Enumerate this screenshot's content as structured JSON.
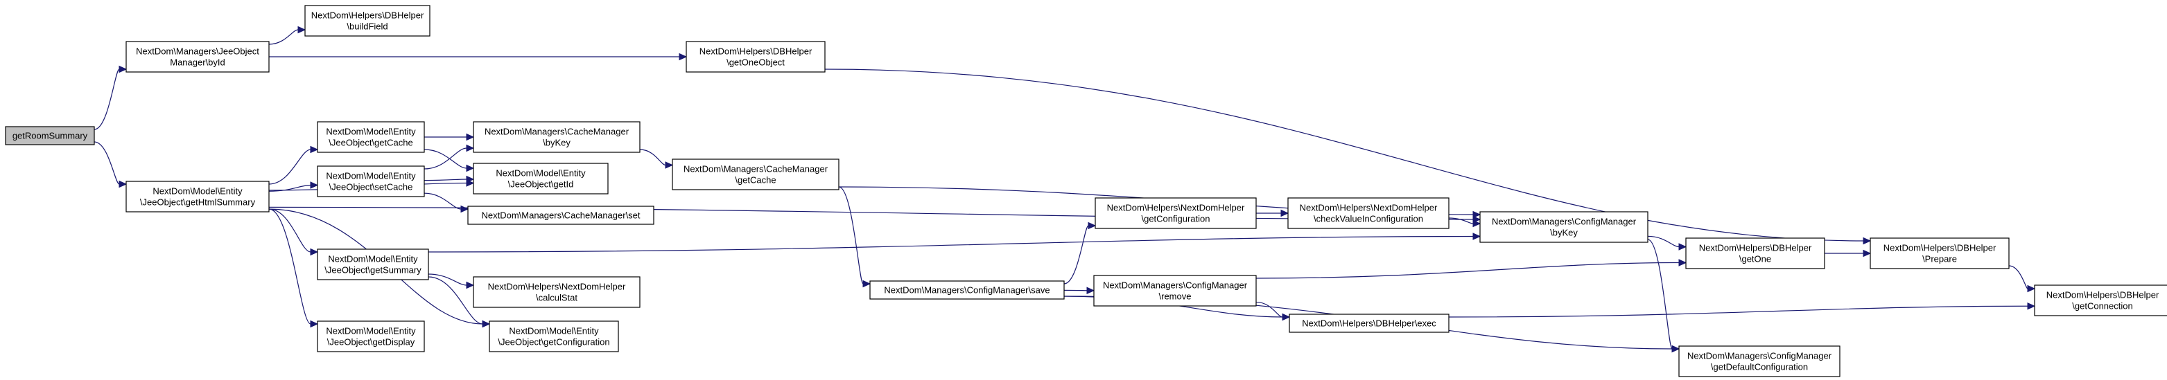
{
  "nodes": [
    {
      "id": "root",
      "lines": [
        "getRoomSummary"
      ],
      "root": true
    },
    {
      "id": "jom_byid",
      "lines": [
        "NextDom\\Managers\\JeeObject",
        "Manager\\byId"
      ]
    },
    {
      "id": "dbh_buildfield",
      "lines": [
        "NextDom\\Helpers\\DBHelper",
        "\\buildField"
      ]
    },
    {
      "id": "dbh_getoneobject",
      "lines": [
        "NextDom\\Helpers\\DBHelper",
        "\\getOneObject"
      ]
    },
    {
      "id": "jo_gethtmlsummary",
      "lines": [
        "NextDom\\Model\\Entity",
        "\\JeeObject\\getHtmlSummary"
      ]
    },
    {
      "id": "jo_getcache",
      "lines": [
        "NextDom\\Model\\Entity",
        "\\JeeObject\\getCache"
      ]
    },
    {
      "id": "jo_setcache",
      "lines": [
        "NextDom\\Model\\Entity",
        "\\JeeObject\\setCache"
      ]
    },
    {
      "id": "jo_getsummary",
      "lines": [
        "NextDom\\Model\\Entity",
        "\\JeeObject\\getSummary"
      ]
    },
    {
      "id": "jo_getdisplay",
      "lines": [
        "NextDom\\Model\\Entity",
        "\\JeeObject\\getDisplay"
      ]
    },
    {
      "id": "cm_bykey",
      "lines": [
        "NextDom\\Managers\\CacheManager",
        "\\byKey"
      ]
    },
    {
      "id": "jo_getid",
      "lines": [
        "NextDom\\Model\\Entity",
        "\\JeeObject\\getId"
      ]
    },
    {
      "id": "cm_set",
      "lines": [
        "NextDom\\Managers\\CacheManager\\set"
      ]
    },
    {
      "id": "ndh_calculstat",
      "lines": [
        "NextDom\\Helpers\\NextDomHelper",
        "\\calculStat"
      ]
    },
    {
      "id": "jo_getconfiguration",
      "lines": [
        "NextDom\\Model\\Entity",
        "\\JeeObject\\getConfiguration"
      ]
    },
    {
      "id": "cm_getcache",
      "lines": [
        "NextDom\\Managers\\CacheManager",
        "\\getCache"
      ]
    },
    {
      "id": "cfg_save",
      "lines": [
        "NextDom\\Managers\\ConfigManager\\save"
      ]
    },
    {
      "id": "ndh_getconfiguration",
      "lines": [
        "NextDom\\Helpers\\NextDomHelper",
        "\\getConfiguration"
      ]
    },
    {
      "id": "cfg_remove",
      "lines": [
        "NextDom\\Managers\\ConfigManager",
        "\\remove"
      ]
    },
    {
      "id": "ndh_checkvalue",
      "lines": [
        "NextDom\\Helpers\\NextDomHelper",
        "\\checkValueInConfiguration"
      ]
    },
    {
      "id": "dbh_exec",
      "lines": [
        "NextDom\\Helpers\\DBHelper\\exec"
      ]
    },
    {
      "id": "cfg_bykey",
      "lines": [
        "NextDom\\Managers\\ConfigManager",
        "\\byKey"
      ]
    },
    {
      "id": "dbh_getone",
      "lines": [
        "NextDom\\Helpers\\DBHelper",
        "\\getOne"
      ]
    },
    {
      "id": "cfg_getdefault",
      "lines": [
        "NextDom\\Managers\\ConfigManager",
        "\\getDefaultConfiguration"
      ]
    },
    {
      "id": "dbh_prepare",
      "lines": [
        "NextDom\\Helpers\\DBHelper",
        "\\Prepare"
      ]
    },
    {
      "id": "dbh_getconnection",
      "lines": [
        "NextDom\\Helpers\\DBHelper",
        "\\getConnection"
      ]
    }
  ],
  "edges": [
    [
      "root",
      "jom_byid"
    ],
    [
      "root",
      "jo_gethtmlsummary"
    ],
    [
      "jom_byid",
      "dbh_buildfield"
    ],
    [
      "jom_byid",
      "dbh_getoneobject"
    ],
    [
      "dbh_getoneobject",
      "dbh_prepare"
    ],
    [
      "jo_gethtmlsummary",
      "cfg_bykey"
    ],
    [
      "jo_gethtmlsummary",
      "jo_getcache"
    ],
    [
      "jo_gethtmlsummary",
      "jo_setcache"
    ],
    [
      "jo_gethtmlsummary",
      "jo_getid"
    ],
    [
      "jo_gethtmlsummary",
      "jo_getsummary"
    ],
    [
      "jo_gethtmlsummary",
      "jo_getconfiguration"
    ],
    [
      "jo_gethtmlsummary",
      "jo_getdisplay"
    ],
    [
      "jo_getcache",
      "cm_bykey"
    ],
    [
      "jo_getcache",
      "jo_getid"
    ],
    [
      "jo_setcache",
      "cm_bykey"
    ],
    [
      "jo_setcache",
      "jo_getid"
    ],
    [
      "jo_setcache",
      "cm_set"
    ],
    [
      "cm_bykey",
      "cm_getcache"
    ],
    [
      "cm_getcache",
      "cfg_bykey"
    ],
    [
      "cm_getcache",
      "cfg_save"
    ],
    [
      "jo_getsummary",
      "cfg_bykey"
    ],
    [
      "jo_getsummary",
      "ndh_calculstat"
    ],
    [
      "jo_getsummary",
      "jo_getconfiguration"
    ],
    [
      "cfg_save",
      "ndh_getconfiguration"
    ],
    [
      "cfg_save",
      "cfg_remove"
    ],
    [
      "cfg_save",
      "dbh_exec"
    ],
    [
      "cfg_save",
      "cfg_getdefault"
    ],
    [
      "ndh_getconfiguration",
      "ndh_checkvalue"
    ],
    [
      "ndh_checkvalue",
      "cfg_bykey"
    ],
    [
      "cfg_remove",
      "dbh_getone"
    ],
    [
      "cfg_remove",
      "dbh_exec"
    ],
    [
      "cfg_bykey",
      "dbh_getone"
    ],
    [
      "cfg_bykey",
      "cfg_getdefault"
    ],
    [
      "dbh_getone",
      "dbh_prepare"
    ],
    [
      "dbh_exec",
      "dbh_getconnection"
    ],
    [
      "dbh_prepare",
      "dbh_getconnection"
    ]
  ]
}
